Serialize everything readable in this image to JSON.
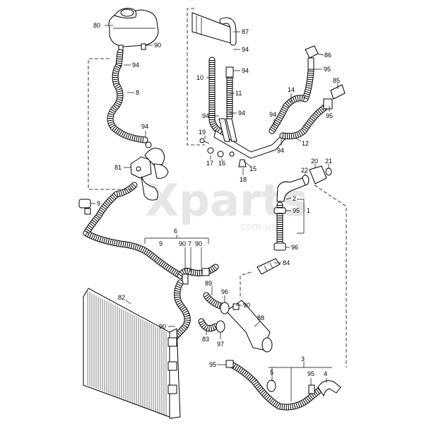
{
  "watermark": {
    "main": "Xparts",
    "sub": "com.ua"
  },
  "callouts": [
    {
      "key": "c80",
      "text": "80"
    },
    {
      "key": "c90a",
      "text": "90"
    },
    {
      "key": "c94a",
      "text": "94"
    },
    {
      "key": "c8",
      "text": "8"
    },
    {
      "key": "c94b",
      "text": "94"
    },
    {
      "key": "c81",
      "text": "81"
    },
    {
      "key": "c9a",
      "text": "9"
    },
    {
      "key": "c6",
      "text": "6"
    },
    {
      "key": "c9b",
      "text": "9"
    },
    {
      "key": "c90b",
      "text": "90"
    },
    {
      "key": "c7",
      "text": "7"
    },
    {
      "key": "c90c",
      "text": "90"
    },
    {
      "key": "c82",
      "text": "82"
    },
    {
      "key": "c89",
      "text": "89"
    },
    {
      "key": "c96a",
      "text": "96"
    },
    {
      "key": "c90d",
      "text": "90"
    },
    {
      "key": "c88",
      "text": "88"
    },
    {
      "key": "c90e",
      "text": "90"
    },
    {
      "key": "c83",
      "text": "83"
    },
    {
      "key": "c97",
      "text": "97"
    },
    {
      "key": "c95a",
      "text": "95"
    },
    {
      "key": "c87",
      "text": "87"
    },
    {
      "key": "c94c",
      "text": "94"
    },
    {
      "key": "c94d",
      "text": "94"
    },
    {
      "key": "c10",
      "text": "10"
    },
    {
      "key": "c11",
      "text": "11"
    },
    {
      "key": "c94e",
      "text": "94"
    },
    {
      "key": "c94f",
      "text": "94"
    },
    {
      "key": "c19",
      "text": "19"
    },
    {
      "key": "c17",
      "text": "17"
    },
    {
      "key": "c16",
      "text": "16"
    },
    {
      "key": "c15",
      "text": "15"
    },
    {
      "key": "c18",
      "text": "18"
    },
    {
      "key": "c86",
      "text": "86"
    },
    {
      "key": "c95b",
      "text": "95"
    },
    {
      "key": "c85",
      "text": "85"
    },
    {
      "key": "c14",
      "text": "14"
    },
    {
      "key": "c95c",
      "text": "95"
    },
    {
      "key": "c94g",
      "text": "94"
    },
    {
      "key": "c94h",
      "text": "94"
    },
    {
      "key": "c12",
      "text": "12"
    },
    {
      "key": "c20",
      "text": "20"
    },
    {
      "key": "c21",
      "text": "21"
    },
    {
      "key": "c22",
      "text": "22"
    },
    {
      "key": "c2",
      "text": "2"
    },
    {
      "key": "c95d",
      "text": "95"
    },
    {
      "key": "c1",
      "text": "1"
    },
    {
      "key": "c96b",
      "text": "96"
    },
    {
      "key": "c84",
      "text": "84"
    },
    {
      "key": "c3",
      "text": "3"
    },
    {
      "key": "c5",
      "text": "5"
    },
    {
      "key": "c95e",
      "text": "95"
    },
    {
      "key": "c4",
      "text": "4"
    }
  ]
}
